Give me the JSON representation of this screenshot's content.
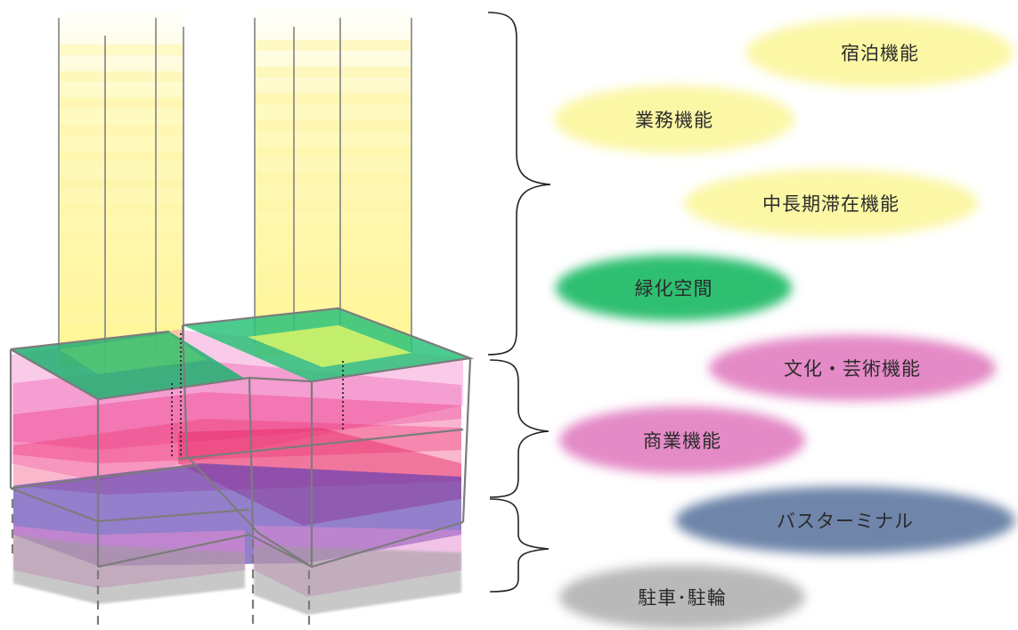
{
  "colors": {
    "yellow": "#fbf7a5",
    "green": "#2fbf71",
    "pink": "#e48ac6",
    "navy": "#6f86aa",
    "gray": "#b9b9b9",
    "magenta": "#e02a8a",
    "purple": "#5a3aa8"
  },
  "labels": {
    "lodging": "宿泊機能",
    "office": "業務機能",
    "long_stay": "中長期滞在機能",
    "green_space": "緑化空間",
    "culture_arts": "文化・芸術機能",
    "commercial": "商業機能",
    "bus_terminal": "バスターミナル",
    "parking": "駐車･駐輪"
  }
}
